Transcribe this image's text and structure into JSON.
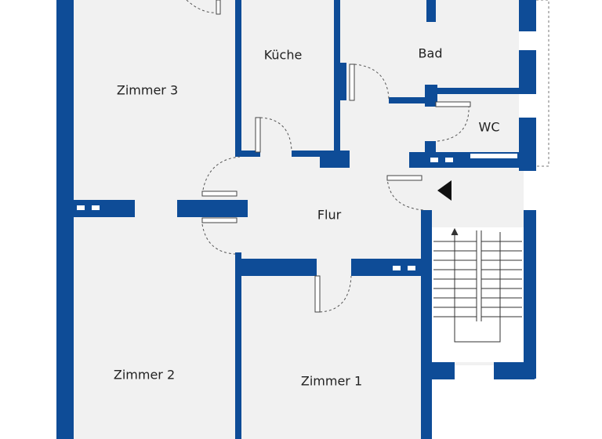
{
  "rooms": {
    "zimmer3": "Zimmer 3",
    "kueche": "Küche",
    "bad": "Bad",
    "wc": "WC",
    "flur": "Flur",
    "zimmer2": "Zimmer 2",
    "zimmer1": "Zimmer 1"
  },
  "icons": {
    "entrance": "entrance-triangle-icon",
    "stair_direction": "stair-arrow-icon"
  },
  "colors": {
    "wall": "#0e4c97",
    "floor": "#f1f1f1",
    "line": "#222222",
    "door_arc": "#555555"
  }
}
